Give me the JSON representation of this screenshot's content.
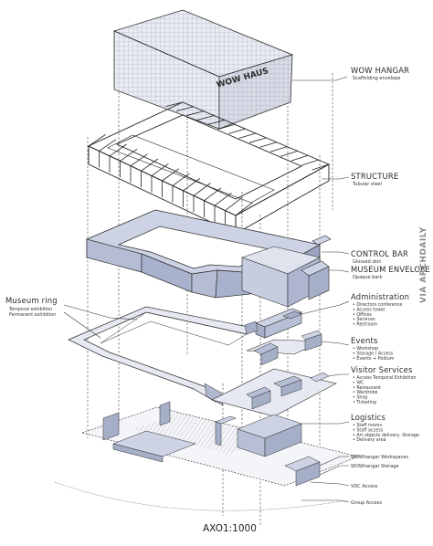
{
  "layers": [
    {
      "title": "WOW HANGAR",
      "subtitle": "Scaffolding envelope",
      "items": []
    },
    {
      "title": "STRUCTURE",
      "subtitle": "Tubular steel",
      "items": []
    },
    {
      "title": "CONTROL BAR",
      "subtitle": "Glossed skin",
      "items": []
    },
    {
      "title": "MUSEUM ENVELOPE",
      "subtitle": "Opaque bark",
      "items": []
    },
    {
      "title": "Administration",
      "subtitle": "",
      "items": [
        "Directors conference",
        "Access tower",
        "Offices",
        "Services",
        "Restroom"
      ]
    },
    {
      "title": "Events",
      "subtitle": "",
      "items": [
        "Workshop",
        "Storage / Access",
        "Events + Podium"
      ]
    },
    {
      "title": "Visitor Services",
      "subtitle": "",
      "items": [
        "Access Temporal Exhibition",
        "WC",
        "Restaurant",
        "Wardrobe",
        "Shop",
        "Ticketing"
      ]
    },
    {
      "title": "Logistics",
      "subtitle": "",
      "items": [
        "Staff rooms",
        "Staff access",
        "Art objects delivery, Storage",
        "Delivery area"
      ]
    }
  ],
  "bottom_labels": [
    "WOWhangar Workspaces",
    "WOWhangar Storage",
    "VOC Access",
    "Group Access"
  ],
  "museum_ring": {
    "title": "Museum ring",
    "items": [
      "Temporal exhibition",
      "Permanent exhibition"
    ]
  },
  "building_sign": "WOW HAUS",
  "scale": "AXO1:1000",
  "watermark": "VIA ARCHDAILY",
  "colors": {
    "envelope": "#cdd3e4",
    "envelope_dark": "#a6afc8",
    "envelope_side": "#b7bfd6",
    "line": "#2c2c2c"
  }
}
